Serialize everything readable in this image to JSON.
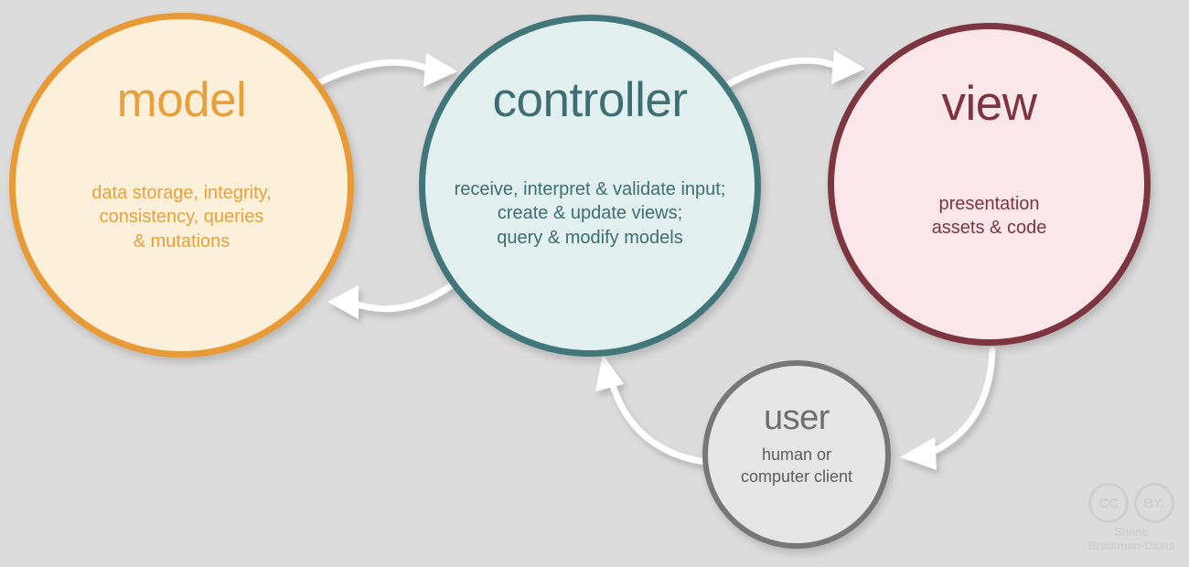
{
  "diagram": {
    "title": "MVC (Model View Controller) architecture diagram",
    "background_color": "#dcdcdc",
    "nodes": [
      {
        "id": "model",
        "title": "model",
        "description": "data storage, integrity, consistency, queries & mutations",
        "description_lines": [
          "data storage, integrity,",
          "consistency, queries",
          "& mutations"
        ],
        "fill_color": "#fdf0da",
        "stroke_color": "#e89a37",
        "text_color": "#e8a03c"
      },
      {
        "id": "controller",
        "title": "controller",
        "description": "receive, interpret & validate input; create & update views; query & modify models",
        "description_lines": [
          "receive, interpret & validate input;",
          "create & update views;",
          "query & modify models"
        ],
        "fill_color": "#e2f1ef",
        "stroke_color": "#41767a",
        "text_color": "#3e6e73"
      },
      {
        "id": "view",
        "title": "view",
        "description": "presentation assets & code",
        "description_lines": [
          "presentation",
          "assets & code"
        ],
        "fill_color": "#fbe7e9",
        "stroke_color": "#7d3640",
        "text_color": "#7d3640"
      },
      {
        "id": "user",
        "title": "user",
        "description": "human or computer client",
        "description_lines": [
          "human or",
          "computer client"
        ],
        "fill_color": "#e6e6e6",
        "stroke_color": "#777777",
        "text_color": "#6e6e6e"
      }
    ],
    "arrows": [
      {
        "id": "model-to-controller",
        "from": "model",
        "to": "controller",
        "color": "#ffffff"
      },
      {
        "id": "controller-to-model",
        "from": "controller",
        "to": "model",
        "color": "#ffffff"
      },
      {
        "id": "controller-to-view",
        "from": "controller",
        "to": "view",
        "color": "#ffffff"
      },
      {
        "id": "view-to-user",
        "from": "view",
        "to": "user",
        "color": "#ffffff"
      },
      {
        "id": "user-to-controller",
        "from": "user",
        "to": "controller",
        "color": "#ffffff"
      }
    ]
  },
  "attribution": {
    "cc_badge": "CC",
    "by_badge": "BY:",
    "author_line1": "Shane",
    "author_line2": "Brinkman-Davis",
    "color": "#cfcfcf"
  }
}
